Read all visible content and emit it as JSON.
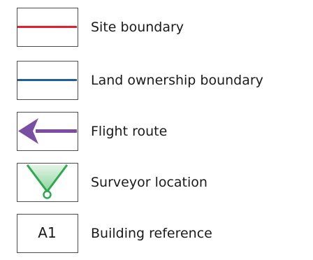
{
  "legend": {
    "items": [
      {
        "symbol": "line",
        "label": "Site boundary",
        "color": "#e2202c"
      },
      {
        "symbol": "line",
        "label": "Land ownership boundary",
        "color": "#1f5f95"
      },
      {
        "symbol": "arrow-left",
        "label": "Flight route",
        "color": "#7a4fa3"
      },
      {
        "symbol": "view-cone",
        "label": "Surveyor location",
        "color": "#2fa84f",
        "fill_color": "#8fd49d"
      },
      {
        "symbol": "text",
        "label": "Building reference",
        "symbol_text": "A1"
      }
    ]
  }
}
